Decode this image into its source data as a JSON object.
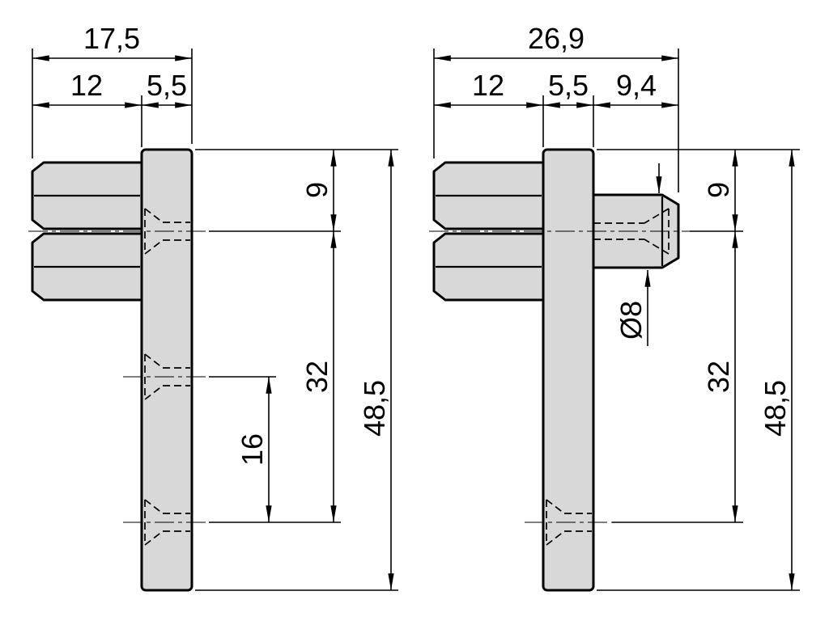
{
  "drawing": {
    "background": "#ffffff",
    "part_fill": "#d8d8d8",
    "line_color": "#000000"
  },
  "left_view": {
    "dim_total_width": "17,5",
    "dim_prong_length": "12",
    "dim_plate_thickness": "5,5",
    "dim_top_hole": "9",
    "dim_hole_span": "32",
    "dim_lower_span": "16",
    "dim_total_height": "48,5"
  },
  "right_view": {
    "dim_total_width": "26,9",
    "dim_prong_length": "12",
    "dim_plate_thickness": "5,5",
    "dim_boss_length": "9,4",
    "dim_top_hole": "9",
    "dim_hole_span": "32",
    "dim_total_height": "48,5",
    "dim_boss_diameter": "Ø8"
  }
}
